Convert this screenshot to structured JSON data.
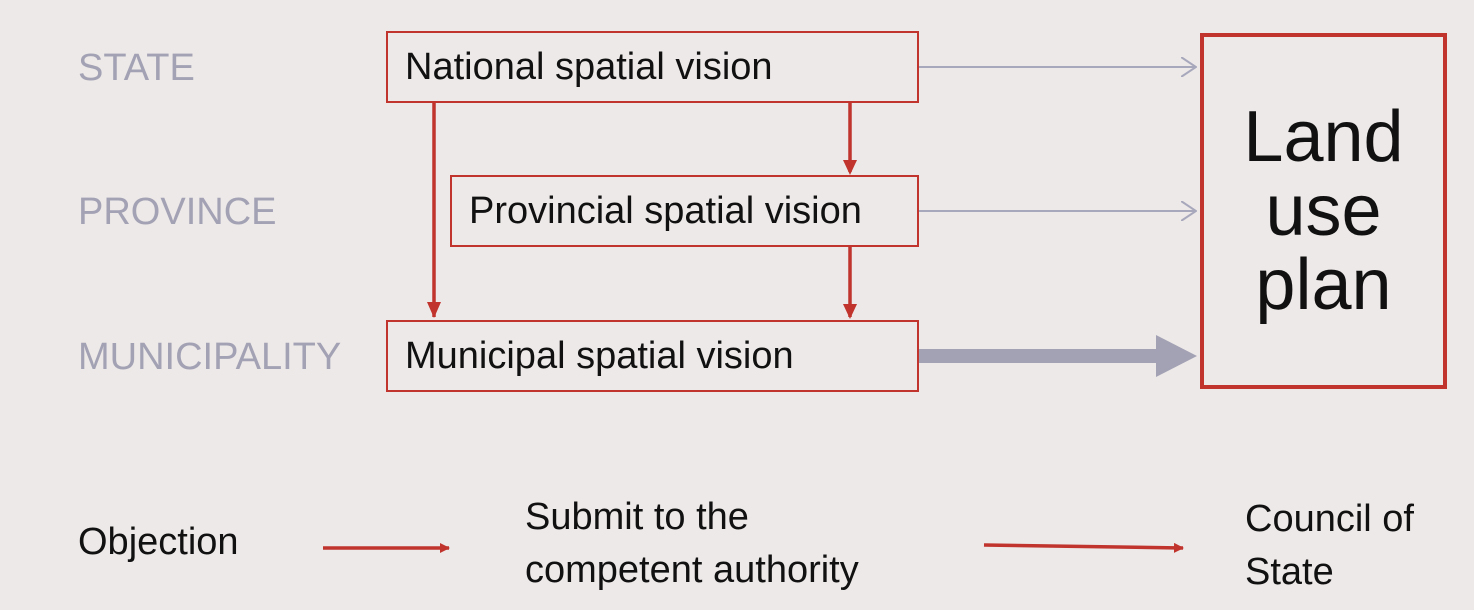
{
  "levels": {
    "state": "STATE",
    "province": "PROVINCE",
    "municipality": "MUNICIPALITY"
  },
  "visions": {
    "national": "National spatial vision",
    "provincial": "Provincial spatial vision",
    "municipal": "Municipal spatial vision"
  },
  "land_use_plan": "Land\nuse\nplan",
  "procedure": {
    "objection": "Objection",
    "submit": "Submit to the\ncompetent authority",
    "council": "Council of\nState"
  },
  "colors": {
    "background": "#ede9e8",
    "accent_red": "#c0342d",
    "level_gray": "#a3a2b4",
    "thin_arrow_gray": "#a8a8bc"
  }
}
